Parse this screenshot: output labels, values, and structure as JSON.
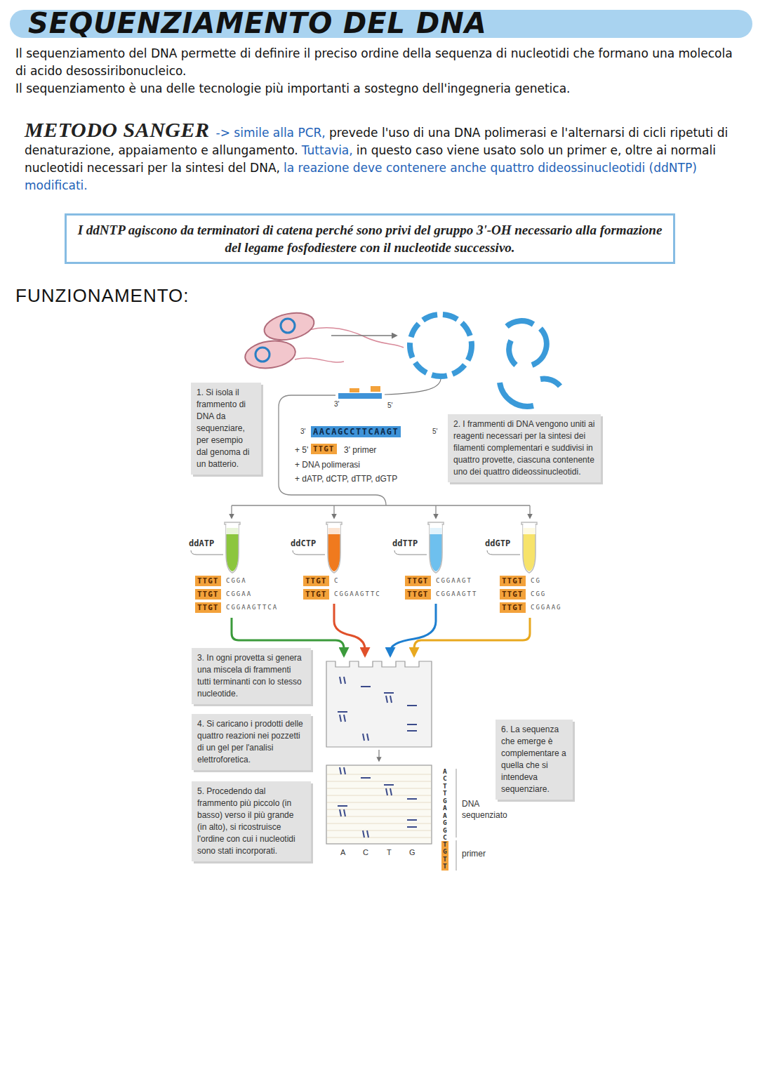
{
  "diagram": {
    "title": "SEQUENZIAMENTO DEL DNA",
    "nodes": [
      {
        "text": [
          "I ddNTP agiscono da terminatori di catena perché sono privi del gruppo 3'-OH necessario alla formazione del legame fosfodiestere con il nucleotide successivo."
        ]
      },
      {
        "text": [
          "1. Si isola il frammento di DNA da sequenziare, per esempio dal genoma di un batterio."
        ]
      },
      {
        "text": [
          "2. I frammenti di DNA vengono uniti ai reagenti necessari per la sintesi dei filamenti complementari e suddivisi in quattro provette, ciascuna contenente uno dei quattro dideossinucleotidi."
        ]
      },
      {
        "text": [
          "3. In ogni provetta si genera una miscela di frammenti tutti terminanti con lo stesso nucleotide."
        ]
      },
      {
        "text": [
          "4. Si caricano i prodotti delle quattro reazioni nei pozzetti di un gel per l'analisi elettroforetica."
        ]
      },
      {
        "text": [
          "5. Procedendo dal frammento più piccolo (in basso) verso il più grande (in alto), si ricostruisce l'ordine con cui i nucleotidi sono stati incorporati."
        ]
      },
      {
        "text": [
          "6. La sequenza che emerge è complementare a quella che si intendeva sequenziare."
        ]
      }
    ],
    "labels": [
      "Il sequenziamento del DNA permette di definire il preciso ordine della sequenza di nucleotidi che formano una molecola di acido desossiribonucleico.",
      "Il sequenziamento è una delle tecnologie più importanti a sostegno dell'ingegneria genetica.",
      "METODO SANGER",
      "-> simile alla PCR,",
      "prevede l'uso di una DNA polimerasi e l'alternarsi di cicli ripetuti di denaturazione, appaiamento e allungamento.",
      "Tuttavia,",
      "in questo caso viene usato solo un primer e, oltre ai normali nucleotidi necessari per la sintesi del DNA,",
      "la reazione deve contenere anche quattro dideossinucleotidi (ddNTP) modificati.",
      "FUNZIONAMENTO:",
      "3'",
      "5'",
      "3'",
      "AACAGCCTTCAAGT",
      "5'",
      "+ 5'",
      "TTGT",
      "3' primer",
      "+ DNA polimerasi",
      "+ dATP, dCTP, dTTP, dGTP",
      "ddATP",
      "ddCTP",
      "ddTTP",
      "ddGTP",
      "TTGT",
      "CGGA",
      "TTGT",
      "CGGAA",
      "TTGT",
      "CGGAAGTTCA",
      "TTGT",
      "C",
      "TTGT",
      "CGGAAGTTC",
      "TTGT",
      "CGGAAGT",
      "TTGT",
      "CGGAAGTT",
      "TTGT",
      "CG",
      "TTGT",
      "CGG",
      "TTGT",
      "CGGAAG",
      "A",
      "C",
      "T",
      "G",
      "ACTTGAAGGC",
      "TGTT",
      "DNA sequenziato",
      "primer"
    ]
  }
}
